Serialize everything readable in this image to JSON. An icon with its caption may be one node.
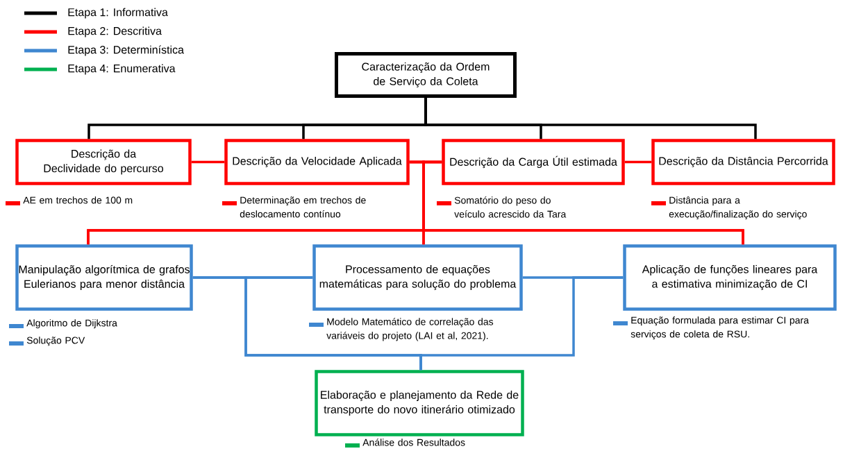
{
  "diagram": {
    "nodes": [
      {
        "text": [
          "Caracterização da Ordem de Serviço da Coleta"
        ]
      },
      {
        "text": [
          "Descrição da Declividade do percurso"
        ],
        "beside": [
          "AE em trechos de 100 m"
        ]
      },
      {
        "text": [
          "Descrição da Velocidade Aplicada"
        ],
        "beside": [
          "Determinação em trechos de deslocamento contínuo"
        ]
      },
      {
        "text": [
          "Descrição da Carga Útil estimada"
        ],
        "beside": [
          "Somatório do peso do veículo acrescido da Tara"
        ]
      },
      {
        "text": [
          "Descrição da Distância Percorrida"
        ],
        "beside": [
          "Distância para a execução/finalização do serviço"
        ]
      },
      {
        "text": [
          "Manipulação algorítmica de grafos Eulerianos para menor distância"
        ],
        "beside": [
          "Algoritmo de Dijkstra",
          "Solução PCV"
        ]
      },
      {
        "text": [
          "Processamento de equações matemáticas para solução do problema"
        ],
        "beside": [
          "Modelo Matemático de correlação das variáveis do projeto (LAI et al, 2021)."
        ]
      },
      {
        "text": [
          "Aplicação de funções lineares para a estimativa minimização de CI"
        ],
        "beside": [
          "Equação formulada para estimar CI para serviços de coleta de RSU."
        ]
      },
      {
        "text": [
          "Elaboração e planejamento da Rede de transporte do novo itinerário otimizado"
        ],
        "beside": [
          "Análise dos Resultados"
        ]
      }
    ],
    "edges": [
      {
        "from": 0,
        "to": 1,
        "arrow": "none",
        "color": "#000000"
      },
      {
        "from": 0,
        "to": 2,
        "arrow": "none",
        "color": "#000000"
      },
      {
        "from": 0,
        "to": 3,
        "arrow": "none",
        "color": "#000000"
      },
      {
        "from": 0,
        "to": 4,
        "arrow": "none",
        "color": "#000000"
      },
      {
        "from": 1,
        "to": 2,
        "arrow": "none",
        "color": "#ff0000"
      },
      {
        "from": 2,
        "to": 3,
        "arrow": "none",
        "color": "#ff0000"
      },
      {
        "from": 3,
        "to": 4,
        "arrow": "none",
        "color": "#ff0000"
      },
      {
        "from": 2,
        "to": 5,
        "arrow": "none",
        "color": "#ff0000"
      },
      {
        "from": 2,
        "to": 6,
        "arrow": "none",
        "color": "#ff0000"
      },
      {
        "from": 2,
        "to": 7,
        "arrow": "none",
        "color": "#ff0000"
      },
      {
        "from": 3,
        "to": 5,
        "arrow": "none",
        "color": "#ff0000"
      },
      {
        "from": 3,
        "to": 6,
        "arrow": "none",
        "color": "#ff0000"
      },
      {
        "from": 3,
        "to": 7,
        "arrow": "none",
        "color": "#ff0000"
      },
      {
        "from": 5,
        "to": 6,
        "arrow": "none",
        "color": "#3f87d0"
      },
      {
        "from": 6,
        "to": 7,
        "arrow": "none",
        "color": "#3f87d0"
      },
      {
        "from": 5,
        "to": 8,
        "arrow": "none",
        "color": "#3f87d0"
      },
      {
        "from": 6,
        "to": 8,
        "arrow": "none",
        "color": "#3f87d0"
      },
      {
        "from": 7,
        "to": 8,
        "arrow": "none",
        "color": "#3f87d0"
      }
    ],
    "legend": [
      {
        "text": "Etapa 1: Informativa",
        "color": "#000000"
      },
      {
        "text": "Etapa 2: Descritiva",
        "color": "#ff0000"
      },
      {
        "text": "Etapa 3: Determinística",
        "color": "#3f87d0"
      },
      {
        "text": "Etapa 4: Enumerativa",
        "color": "#00b050"
      }
    ]
  }
}
